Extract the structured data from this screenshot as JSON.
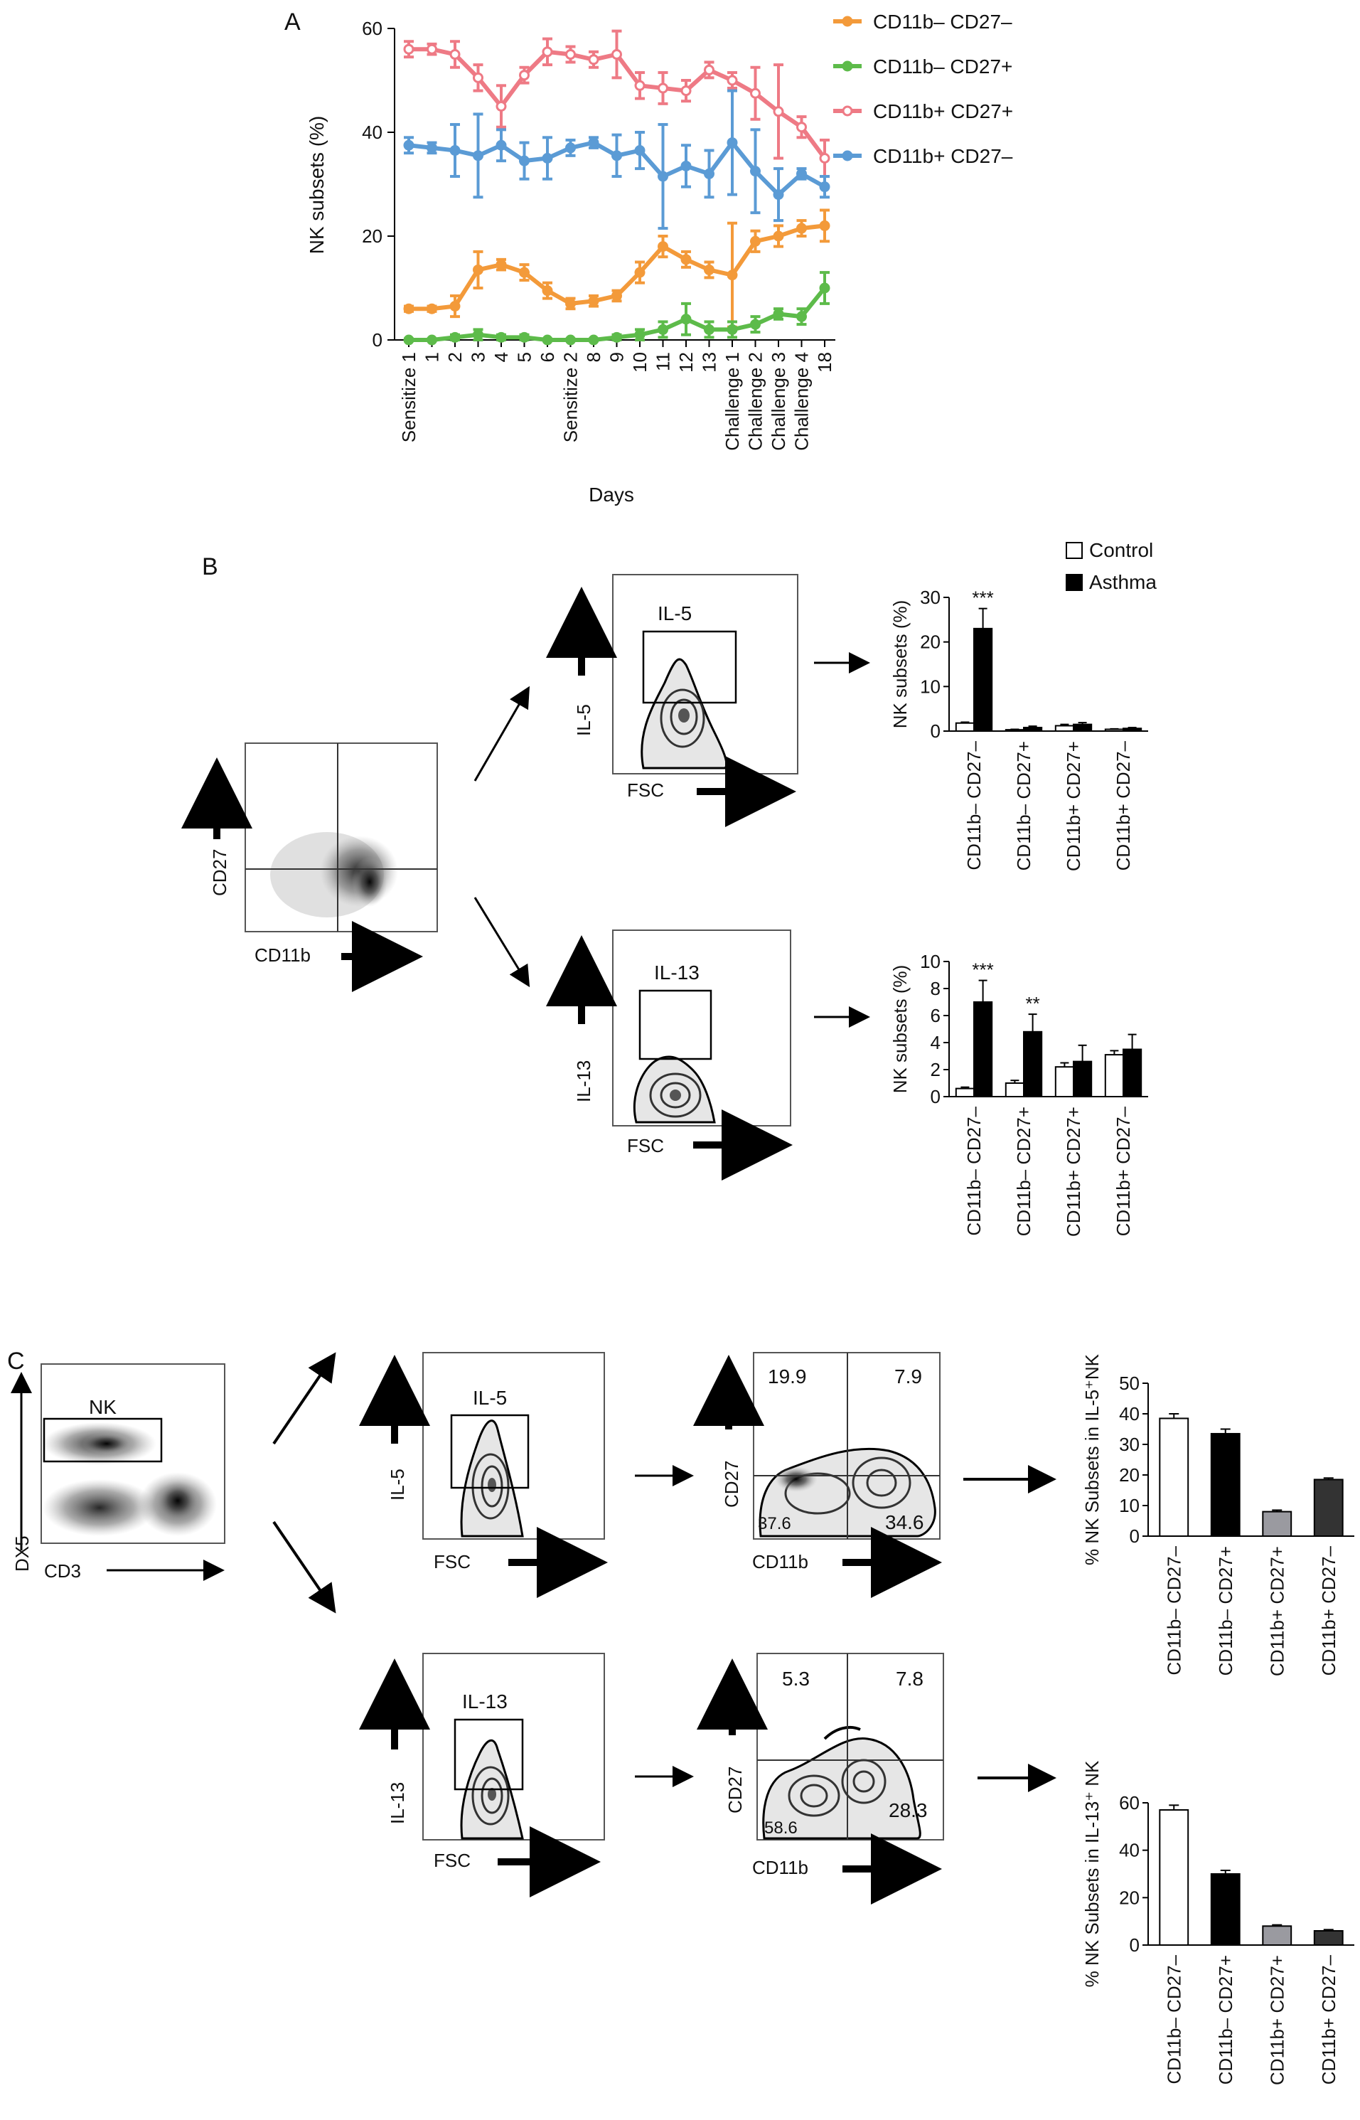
{
  "panels": {
    "a": "A",
    "b": "B",
    "c": "C"
  },
  "colors": {
    "orange": "#f39a3a",
    "green": "#5dbb4a",
    "pink": "#ee7a85",
    "blue": "#5b9bd5",
    "black": "#000000",
    "white": "#ffffff",
    "gray": "#9a9aa0",
    "dark": "#333333"
  },
  "chart_data": [
    {
      "id": "A",
      "type": "line",
      "ylabel": "NK subsets (%)",
      "xlabel": "Days",
      "ylim": [
        0,
        60
      ],
      "yticks": [
        "0",
        "20",
        "40",
        "60"
      ],
      "x_labels": [
        "Sensitize 1",
        "1",
        "2",
        "3",
        "4",
        "5",
        "6",
        "Sensitize 2",
        "8",
        "9",
        "10",
        "11",
        "12",
        "13",
        "Challenge 1",
        "Challenge 2",
        "Challenge 3",
        "Challenge 4",
        "18"
      ],
      "legend": [
        "CD11b– CD27–",
        "CD11b– CD27+",
        "CD11b+ CD27+",
        "CD11b+ CD27–"
      ],
      "series": [
        {
          "name": "CD11b– CD27–",
          "color": "#f39a3a",
          "values": [
            6,
            6,
            6.5,
            13.5,
            14.5,
            13,
            9.5,
            7,
            7.5,
            8.5,
            13,
            18,
            15.5,
            13.5,
            12.5,
            19,
            20,
            21.5,
            22
          ],
          "errors": [
            0.5,
            0.5,
            2,
            3.5,
            1,
            1.5,
            1.5,
            1,
            1,
            1,
            2,
            2,
            1.5,
            1.5,
            10,
            2,
            2,
            1.5,
            3
          ]
        },
        {
          "name": "CD11b– CD27+",
          "color": "#5dbb4a",
          "values": [
            0,
            0,
            0.5,
            1,
            0.5,
            0.5,
            0,
            0,
            0,
            0.5,
            1,
            2,
            4,
            2,
            2,
            3,
            5,
            4.5,
            10
          ],
          "errors": [
            0.2,
            0.2,
            0.5,
            1,
            0.5,
            0.5,
            0.2,
            0.2,
            0.2,
            0.5,
            1,
            1.5,
            3,
            1.5,
            1.5,
            1.5,
            1,
            1.5,
            3
          ]
        },
        {
          "name": "CD11b+ CD27+",
          "color": "#ee7a85",
          "values": [
            56,
            56,
            55,
            50.5,
            45,
            51,
            55.5,
            55,
            54,
            55,
            49,
            48.5,
            48,
            52,
            50,
            47.5,
            44,
            41,
            35
          ],
          "errors": [
            1.5,
            1,
            2.5,
            2.5,
            4,
            1.5,
            2.5,
            1.5,
            1.5,
            4.5,
            2.5,
            3,
            2,
            1.5,
            1.5,
            5,
            9,
            2,
            3.5
          ]
        },
        {
          "name": "CD11b+ CD27–",
          "color": "#5b9bd5",
          "values": [
            37.5,
            37,
            36.5,
            35.5,
            37.5,
            34.5,
            35,
            37,
            38,
            35.5,
            36.5,
            31.5,
            33.5,
            32,
            38,
            32.5,
            28,
            32,
            29.5
          ],
          "errors": [
            1.5,
            1,
            5,
            8,
            3,
            3.5,
            4,
            1.5,
            1,
            4,
            3.5,
            10,
            4,
            4.5,
            10,
            8,
            5,
            1,
            2
          ]
        }
      ]
    },
    {
      "id": "B-IL5",
      "type": "bar",
      "ylabel": "NK subsets (%)",
      "ylim": [
        0,
        30
      ],
      "yticks": [
        "0",
        "10",
        "20",
        "30"
      ],
      "categories": [
        "CD11b– CD27–",
        "CD11b– CD27+",
        "CD11b+ CD27+",
        "CD11b+ CD27–"
      ],
      "series": [
        {
          "name": "Control",
          "values": [
            1.8,
            0.3,
            1.2,
            0.4
          ],
          "errors": [
            0.2,
            0.1,
            0.3,
            0.1
          ]
        },
        {
          "name": "Asthma",
          "values": [
            23,
            0.8,
            1.5,
            0.6
          ],
          "errors": [
            4.5,
            0.3,
            0.4,
            0.2
          ]
        }
      ],
      "annotations": [
        "***",
        "",
        "",
        ""
      ]
    },
    {
      "id": "B-IL13",
      "type": "bar",
      "ylabel": "NK subsets (%)",
      "ylim": [
        0,
        10
      ],
      "yticks": [
        "0",
        "2",
        "4",
        "6",
        "8",
        "10"
      ],
      "categories": [
        "CD11b– CD27–",
        "CD11b– CD27+",
        "CD11b+ CD27+",
        "CD11b+ CD27–"
      ],
      "series": [
        {
          "name": "Control",
          "values": [
            0.6,
            1,
            2.2,
            3.1
          ],
          "errors": [
            0.1,
            0.2,
            0.3,
            0.3
          ]
        },
        {
          "name": "Asthma",
          "values": [
            7,
            4.8,
            2.6,
            3.5
          ],
          "errors": [
            1.6,
            1.3,
            1.2,
            1.1
          ]
        }
      ],
      "annotations": [
        "***",
        "**",
        "",
        ""
      ]
    },
    {
      "id": "C-IL5",
      "type": "bar",
      "ylabel": "% NK Subsets in IL-5⁺NK",
      "ylim": [
        0,
        50
      ],
      "yticks": [
        "0",
        "10",
        "20",
        "30",
        "40",
        "50"
      ],
      "categories": [
        "CD11b– CD27–",
        "CD11b– CD27+",
        "CD11b+ CD27+",
        "CD11b+ CD27–"
      ],
      "values": [
        38.5,
        33.5,
        8,
        18.5
      ],
      "errors": [
        1.5,
        1.5,
        0.5,
        0.5
      ]
    },
    {
      "id": "C-IL13",
      "type": "bar",
      "ylabel": "% NK Subsets in IL-13⁺ NK",
      "ylim": [
        0,
        60
      ],
      "yticks": [
        "0",
        "20",
        "40",
        "60"
      ],
      "categories": [
        "CD11b– CD27–",
        "CD11b– CD27+",
        "CD11b+ CD27+",
        "CD11b+ CD27–"
      ],
      "values": [
        57,
        30,
        8,
        6
      ],
      "errors": [
        2,
        1.5,
        0.5,
        0.5
      ]
    }
  ],
  "legend_b": {
    "control": "Control",
    "asthma": "Asthma"
  },
  "flow": {
    "cd27": "CD27",
    "cd11b": "CD11b",
    "il5": "IL-5",
    "il13": "IL-13",
    "fsc": "FSC",
    "dx5": "DX5",
    "cd3": "CD3",
    "nk": "NK",
    "c_il5_quads": {
      "ul": "19.9",
      "ur": "7.9",
      "ll": "37.6",
      "lr": "34.6"
    },
    "c_il13_quads": {
      "ul": "5.3",
      "ur": "7.8",
      "ll": "58.6",
      "lr": "28.3"
    }
  }
}
